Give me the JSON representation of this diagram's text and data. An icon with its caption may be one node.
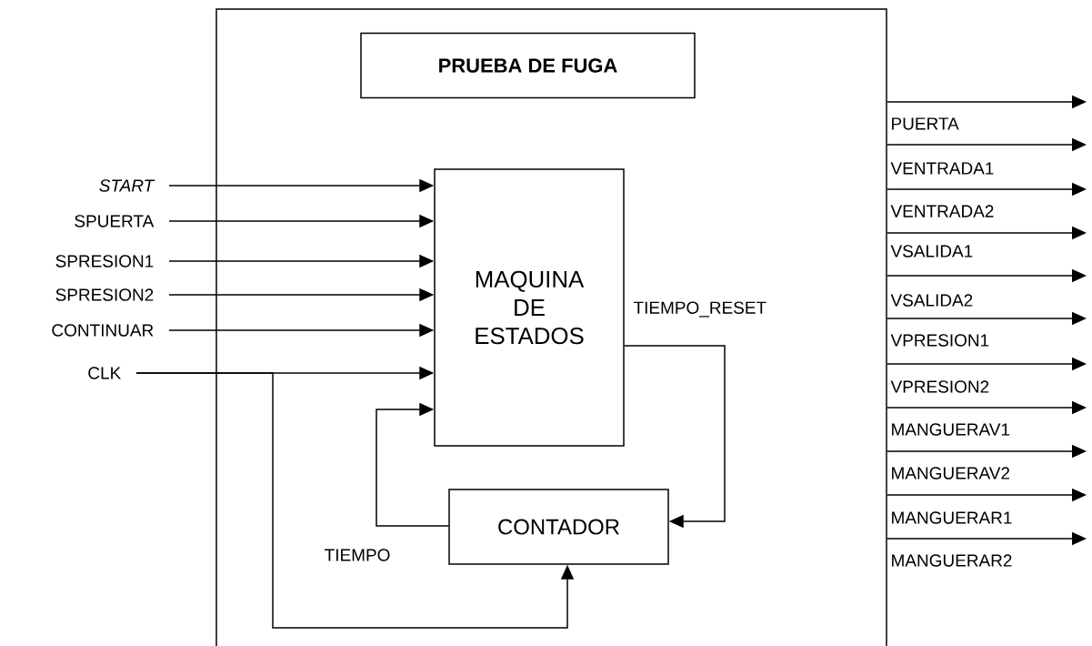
{
  "diagram": {
    "nodes": [
      {
        "text": [],
        "shape": "box"
      },
      {
        "text": [
          "PRUEBA DE FUGA"
        ],
        "in": 0
      },
      {
        "text": [
          "MAQUINA DE ESTADOS"
        ],
        "in": 0
      },
      {
        "text": [
          "CONTADOR"
        ],
        "in": 0
      },
      {
        "text": [
          "START"
        ]
      },
      {
        "text": [
          "SPUERTA"
        ]
      },
      {
        "text": [
          "SPRESION1"
        ]
      },
      {
        "text": [
          "SPRESION2"
        ]
      },
      {
        "text": [
          "CONTINUAR"
        ]
      },
      {
        "text": [
          "CLK"
        ]
      }
    ],
    "edges": [
      {
        "from": 4,
        "to": 2,
        "arrow": "to"
      },
      {
        "from": 5,
        "to": 2,
        "arrow": "to"
      },
      {
        "from": 6,
        "to": 2,
        "arrow": "to"
      },
      {
        "from": 7,
        "to": 2,
        "arrow": "to"
      },
      {
        "from": 8,
        "to": 2,
        "arrow": "to"
      },
      {
        "from": 9,
        "to": 2,
        "arrow": "to"
      },
      {
        "from": 9,
        "to": 3,
        "arrow": "to"
      },
      {
        "from": 3,
        "to": 2,
        "arrow": "to",
        "label": "TIEMPO"
      },
      {
        "from": 2,
        "to": 3,
        "arrow": "to",
        "label": "TIEMPO_RESET"
      },
      {
        "from": 0,
        "to": null,
        "arrow": "to"
      },
      {
        "from": 0,
        "to": null,
        "arrow": "to"
      },
      {
        "from": 0,
        "to": null,
        "arrow": "to"
      },
      {
        "from": 0,
        "to": null,
        "arrow": "to"
      },
      {
        "from": 0,
        "to": null,
        "arrow": "to"
      },
      {
        "from": 0,
        "to": null,
        "arrow": "to"
      },
      {
        "from": 0,
        "to": null,
        "arrow": "to"
      },
      {
        "from": 0,
        "to": null,
        "arrow": "to"
      },
      {
        "from": 0,
        "to": null,
        "arrow": "to"
      },
      {
        "from": 0,
        "to": null,
        "arrow": "to"
      },
      {
        "from": 0,
        "to": null,
        "arrow": "to"
      }
    ],
    "labels": [
      "PUERTA",
      "VENTRADA1",
      "VENTRADA2",
      "VSALIDA1",
      "VSALIDA2",
      "VPRESION1",
      "VPRESION2",
      "MANGUERAV1",
      "MANGUERAV2",
      "MANGUERAR1",
      "MANGUERAR2"
    ]
  }
}
